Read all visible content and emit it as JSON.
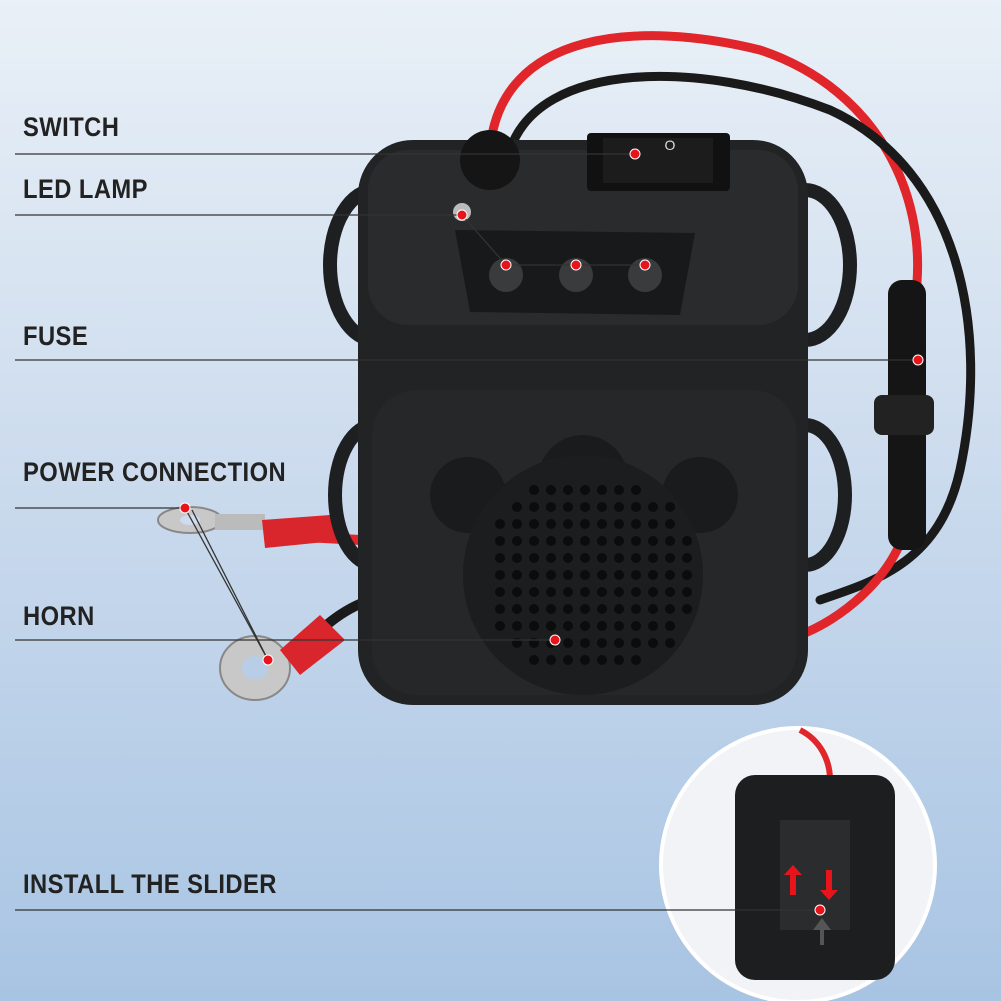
{
  "labels": {
    "switch": "SWITCH",
    "led_lamp": "LED LAMP",
    "fuse": "FUSE",
    "power_connection": "POWER CONNECTION",
    "horn": "HORN",
    "install_slider": "INSTALL THE SLIDER"
  },
  "colors": {
    "marker": "#e8141c",
    "device": "#1e1f21",
    "wire_red": "#e0262b",
    "wire_black": "#1a1a1a",
    "leader_line": "#333333"
  }
}
